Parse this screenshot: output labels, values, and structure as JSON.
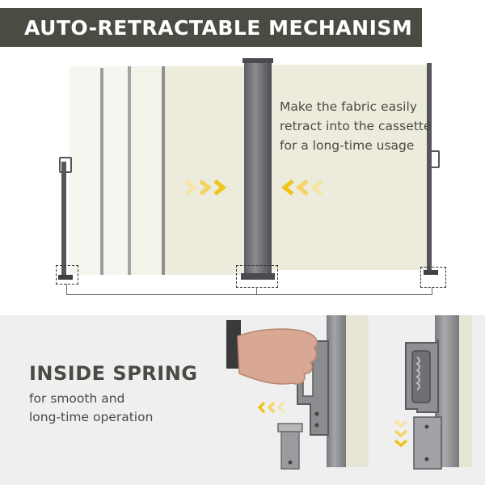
{
  "banner": {
    "title": "AUTO-RETRACTABLE MECHANISM"
  },
  "mechanism": {
    "caption_lines": [
      "Make the fabric easily",
      "retract into the cassette",
      "for a long-time usage"
    ]
  },
  "spring": {
    "title": "INSIDE SPRING",
    "desc_lines": [
      "for smooth and",
      "long-time operation"
    ]
  },
  "colors": {
    "banner": "#4b4b43",
    "arrow": "#f0c419",
    "fabric": "#ecebdc",
    "metal": "#6c6d70"
  },
  "icons": [
    "arrow-right-chevrons-icon",
    "arrow-left-chevrons-icon",
    "arrow-down-chevrons-icon"
  ]
}
